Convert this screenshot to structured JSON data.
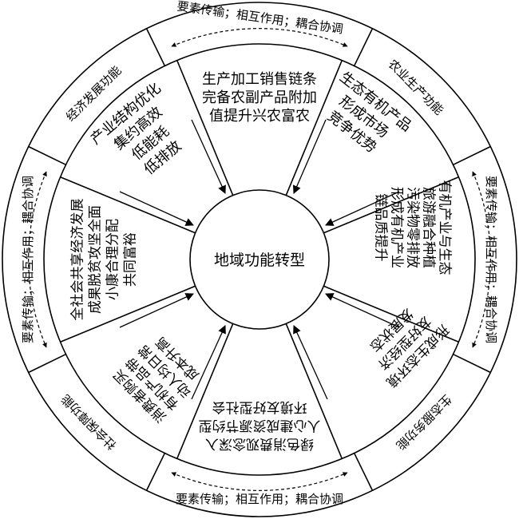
{
  "center": {
    "label": "地域功能转型"
  },
  "outer_labels": {
    "agri": "农业生产功能",
    "eco": "生态服务功能",
    "social": "社会保障功能",
    "econ": "经济发展功能"
  },
  "link_labels": {
    "top": "要素传输；相互作用；耦合协调",
    "bottom": "要素传输；相互作用；耦合协调",
    "left": "要素传输；相互作用；耦合协调",
    "right": "要素传输；相互作用；耦合协调"
  },
  "inner_texts": {
    "top": [
      "生产加工销售链条",
      "完备农副产品附加",
      "值提升兴农富农"
    ],
    "top_right": [
      "生态有机产品",
      "形成市场",
      "竞争优势"
    ],
    "right": [
      "有机产业与生态",
      "旅游融合种植",
      "污染物零排放",
      "形成有机产业",
      "链品质提升"
    ],
    "bottom_right": [
      "形成生态环境",
      "友好型经济",
      "发展状态"
    ],
    "bottom": [
      "绿色消费观念深入",
      "人心建成资源节约型",
      "环境友好型社会"
    ],
    "bottom_left": [
      "消费者购买",
      "有机产品带",
      "动人均日常",
      "成本升高"
    ],
    "left": [
      "全社会共享经济发展",
      "成果脱贫攻坚全面",
      "小康合理分配",
      "共同富裕"
    ],
    "top_left": [
      "产业结构优化",
      "集约高效",
      "低能耗",
      "低排放"
    ]
  }
}
